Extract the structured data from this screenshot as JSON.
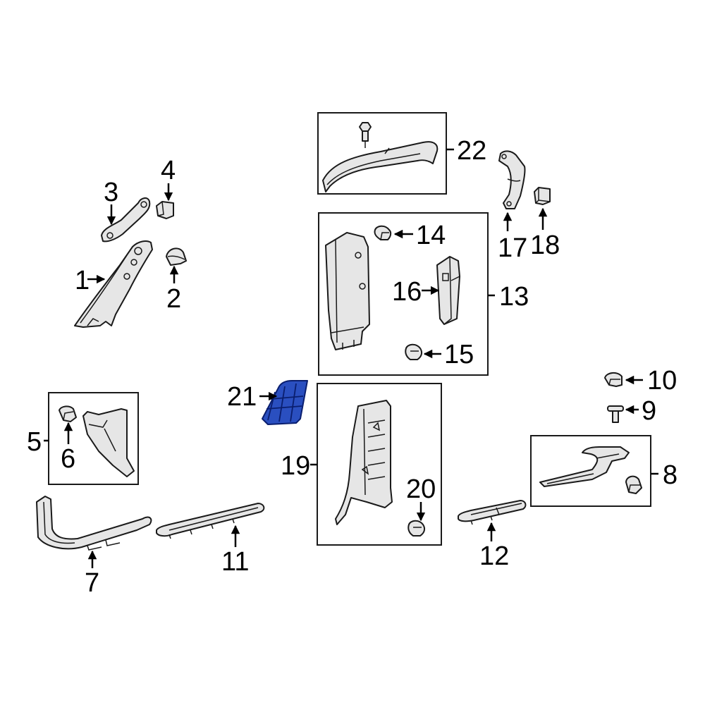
{
  "callouts": {
    "c1": "1",
    "c2": "2",
    "c3": "3",
    "c4": "4",
    "c5": "5",
    "c6": "6",
    "c7": "7",
    "c8": "8",
    "c9": "9",
    "c10": "10",
    "c11": "11",
    "c12": "12",
    "c13": "13",
    "c14": "14",
    "c15": "15",
    "c16": "16",
    "c17": "17",
    "c18": "18",
    "c19": "19",
    "c20": "20",
    "c21": "21",
    "c22": "22"
  },
  "colors": {
    "highlight_fill": "#2a4fc0",
    "highlight_stroke": "#0a1e6e",
    "part_fill": "#dcdcdc",
    "line": "#1a1a1a"
  },
  "highlighted_part": "21"
}
